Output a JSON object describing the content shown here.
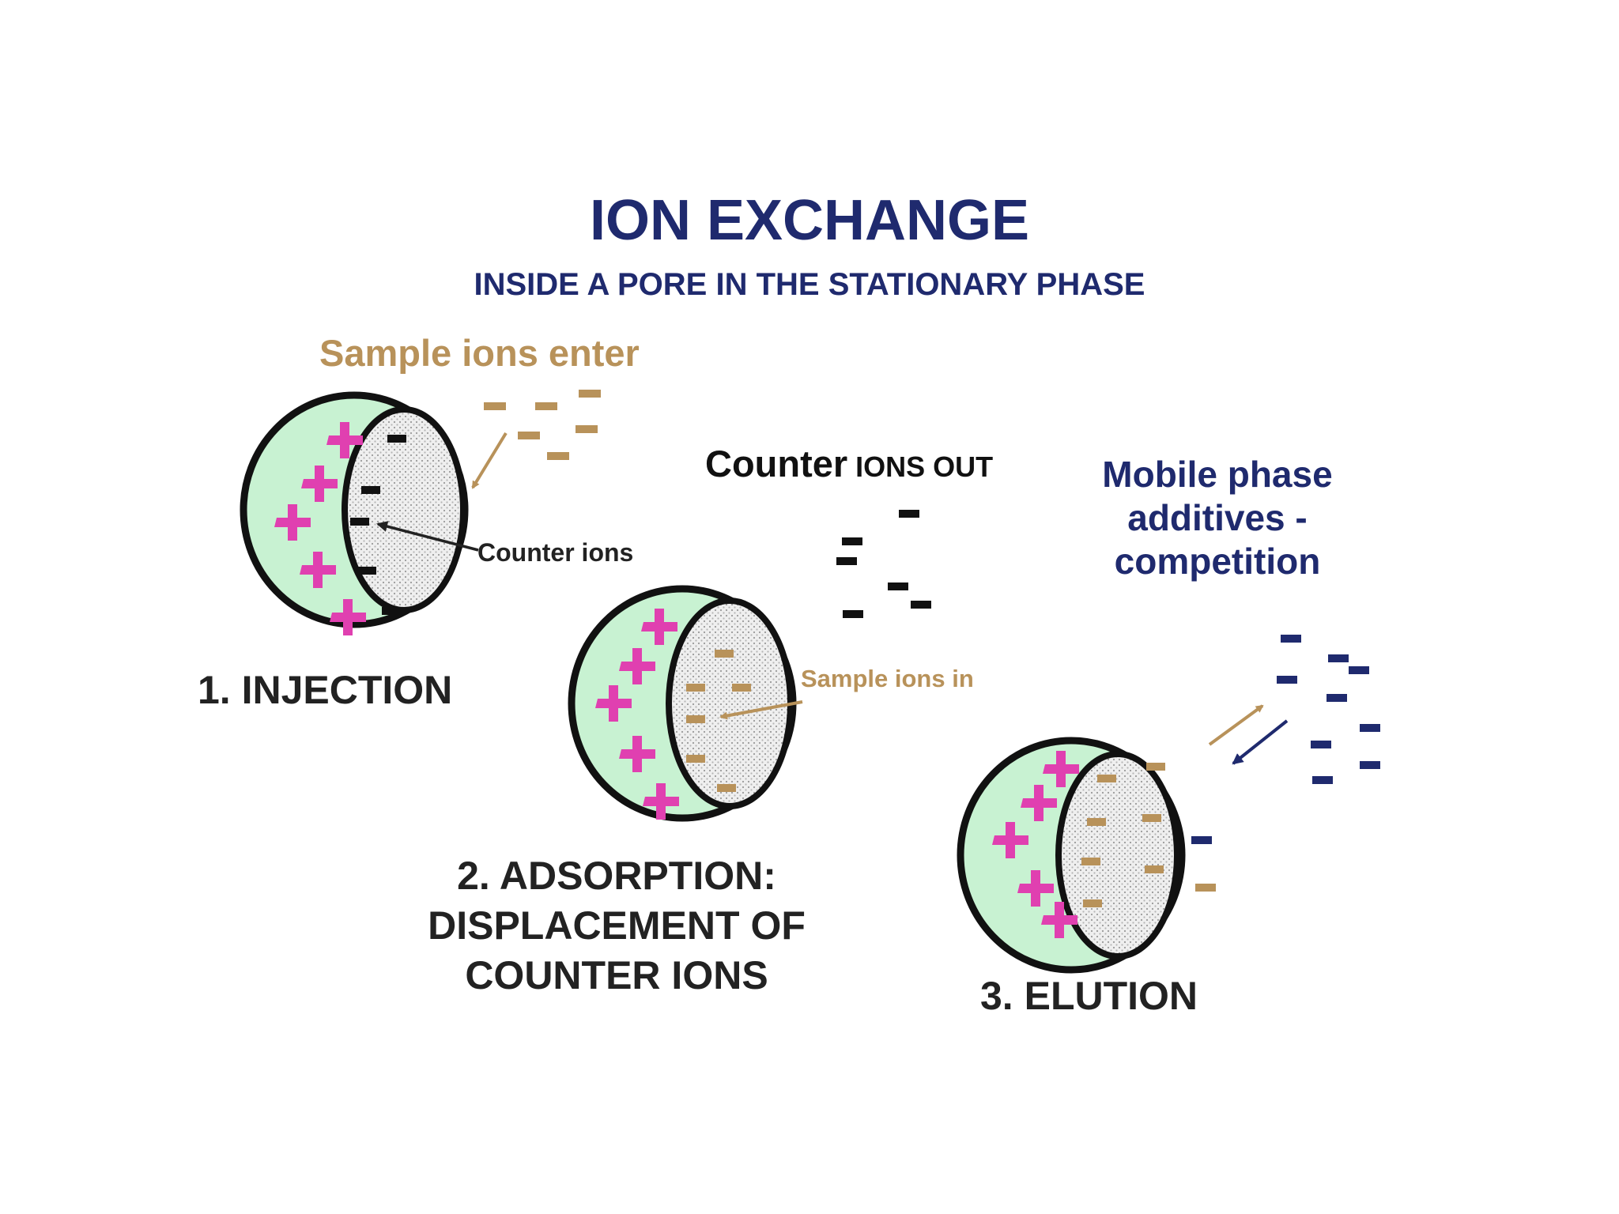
{
  "title": "ION EXCHANGE",
  "subtitle": "INSIDE A  PORE IN THE STATIONARY PHASE",
  "labels": {
    "sample_ions_enter": "Sample ions enter",
    "counter_ions_out_main": "Counter",
    "counter_ions_out_small": " IONS OUT",
    "mobile_phase": "Mobile phase additives - competition",
    "counter_ions": "Counter ions",
    "sample_ions_in": "Sample ions in"
  },
  "steps": {
    "injection": "1.  INJECTION",
    "adsorption": "2.  ADSORPTION: DISPLACEMENT OF COUNTER IONS",
    "elution": "3.  ELUTION"
  },
  "colors": {
    "title": "#1f2a6e",
    "sample_ion": "#b8925a",
    "counter_ion": "#111111",
    "mobile_ion": "#1f2a6e",
    "positive_charge": "#e040b0",
    "pore_fill": "#c8f2d2",
    "pore_inner": "#ececec",
    "step_text": "#222222"
  }
}
